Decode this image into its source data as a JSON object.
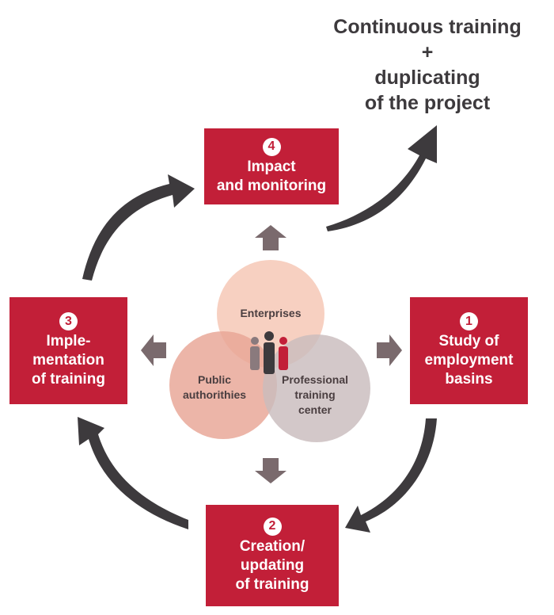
{
  "continuous_note": {
    "lines": [
      "Continuous training",
      "+",
      "duplicating",
      "of the project"
    ]
  },
  "steps": {
    "impact": {
      "number": "4",
      "lines": [
        "Impact",
        "and monitoring"
      ]
    },
    "study": {
      "number": "1",
      "lines": [
        "Study of",
        "employment",
        "basins"
      ]
    },
    "creation": {
      "number": "2",
      "lines": [
        "Creation/",
        "updating",
        "of training"
      ]
    },
    "implementation": {
      "number": "3",
      "lines": [
        "Imple-",
        "mentation",
        "of training"
      ]
    }
  },
  "stakeholders": {
    "enterprises": "Enterprises",
    "public_lines": [
      "Public",
      "authorithies"
    ],
    "professional_lines": [
      "Professional",
      "training",
      "center"
    ]
  },
  "colors": {
    "box_red": "#c21f38",
    "dark_arrow": "#3d3a3d",
    "small_arrow": "#7a6a6d",
    "circle_enterprises": "#f6c9b8",
    "circle_public": "#e8a595",
    "circle_professional": "#c9bcbd"
  },
  "icons": [
    "people-group-icon"
  ]
}
